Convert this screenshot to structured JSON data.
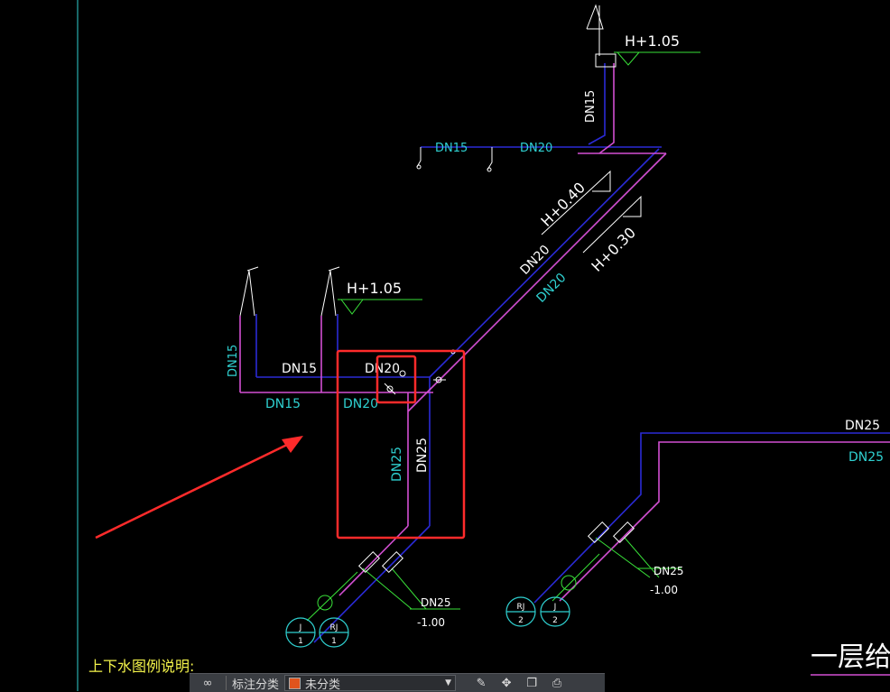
{
  "labels": {
    "h_top": "H+1.05",
    "h_mid": "H+1.05",
    "h_040": "H+0.40",
    "h_030": "H+0.30",
    "dn15_top_vert": "DN15",
    "dn15_branch": "DN15",
    "dn20_branch": "DN20",
    "dn20_diag_white": "DN20",
    "dn20_diag_cyan": "DN20",
    "dn15_left_vert": "DN15",
    "dn15_upper_white": "DN15",
    "dn20_upper_white": "DN20",
    "dn15_lower_cyan": "DN15",
    "dn20_lower_cyan": "DN20",
    "dn25_vert_cyan": "DN25",
    "dn25_vert_white": "DN25",
    "dn25_right_white": "DN25",
    "dn25_right_cyan": "DN25",
    "dn25_callout_1": "DN25",
    "depth_1": "-1.00",
    "dn25_callout_2": "DN25",
    "depth_2": "-1.00",
    "legend_note": "上下水图例说明:",
    "title_partial": "一层给"
  },
  "markers": {
    "j1_top": "J",
    "j1_bottom": "1",
    "rj1_top": "RJ",
    "rj1_bottom": "1",
    "rj2_top": "RJ",
    "rj2_bottom": "2",
    "j2_top": "J",
    "j2_bottom": "2"
  },
  "toolbar": {
    "label": "标注分类",
    "selected_layer": "未分类"
  },
  "colors": {
    "supply_pipe": "#2a2ad6",
    "hot_pipe": "#d24fd2",
    "dimension_text": "#2fd1d1",
    "leader": "#39e039",
    "highlight": "#ff2b2b"
  }
}
